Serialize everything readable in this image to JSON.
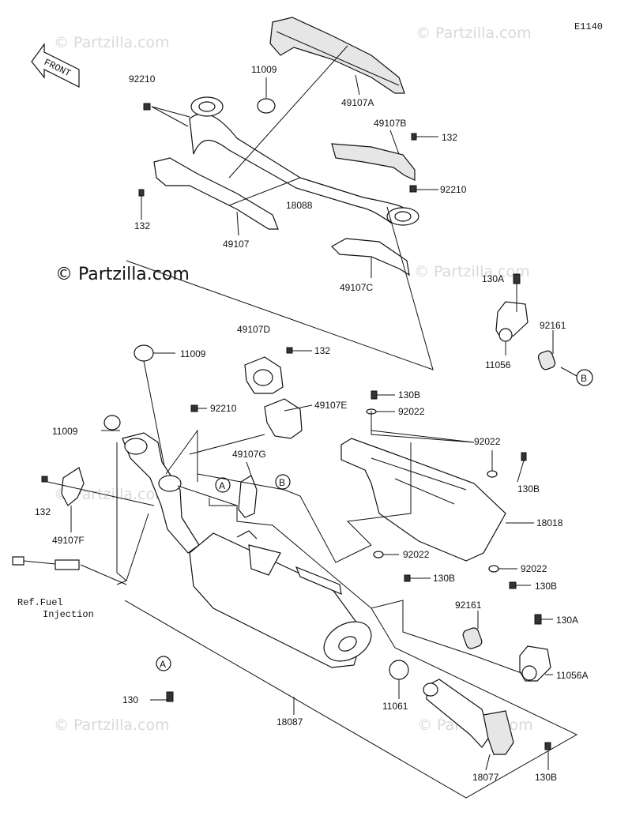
{
  "diagram_code": "E1140",
  "front_label": "FRONT",
  "watermark": "© Partzilla.com",
  "ref_note": [
    "Ref.Fuel",
    "Injection"
  ],
  "circle_refs": [
    "A",
    "B"
  ],
  "parts": [
    "92210",
    "11009",
    "49107A",
    "49107B",
    "132",
    "92210",
    "18088",
    "132",
    "49107",
    "49107C",
    "130A",
    "92161",
    "11056",
    "11009",
    "49107D",
    "132",
    "130B",
    "92022",
    "11009",
    "92210",
    "49107E",
    "49107G",
    "92022",
    "130B",
    "132",
    "49107F",
    "18018",
    "92022",
    "130B",
    "92022",
    "130B",
    "92161",
    "130A",
    "11056A",
    "130",
    "18087",
    "11061",
    "18077",
    "130B"
  ]
}
